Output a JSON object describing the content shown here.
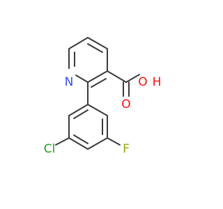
{
  "molecule": {
    "atoms": {
      "nitrogen": "N",
      "hydroxyl": "O",
      "hydroxyl_hydrogen": "H",
      "carbonyl_oxygen": "O",
      "chlorine": "Cl",
      "fluorine": "F"
    },
    "colors": {
      "bond": "#3a3a3a",
      "nitrogen": "#3050F8",
      "oxygen": "#FF0D0D",
      "chlorine": "#1FA01F",
      "fluorine": "#8FA800"
    }
  }
}
